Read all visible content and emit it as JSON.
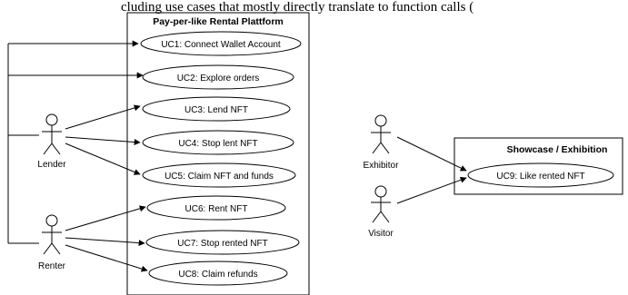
{
  "top_text": "cluding use cases that mostly directly translate to function calls (",
  "systems": {
    "rental": {
      "title": "Pay-per-like Rental Plattform"
    },
    "showcase": {
      "title": "Showcase / Exhibition"
    }
  },
  "use_cases": [
    {
      "id": "uc1",
      "label": "UC1: Connect Wallet Account"
    },
    {
      "id": "uc2",
      "label": "UC2: Explore orders"
    },
    {
      "id": "uc3",
      "label": "UC3: Lend NFT"
    },
    {
      "id": "uc4",
      "label": "UC4: Stop lent NFT"
    },
    {
      "id": "uc5",
      "label": "UC5: Claim NFT and funds"
    },
    {
      "id": "uc6",
      "label": "UC6: Rent NFT"
    },
    {
      "id": "uc7",
      "label": "UC7: Stop rented NFT"
    },
    {
      "id": "uc8",
      "label": "UC8: Claim refunds"
    },
    {
      "id": "uc9",
      "label": "UC9: Like rented NFT"
    }
  ],
  "actors": [
    {
      "id": "lender",
      "label": "Lender"
    },
    {
      "id": "renter",
      "label": "Renter"
    },
    {
      "id": "exhibitor",
      "label": "Exhibitor"
    },
    {
      "id": "visitor",
      "label": "Visitor"
    }
  ]
}
